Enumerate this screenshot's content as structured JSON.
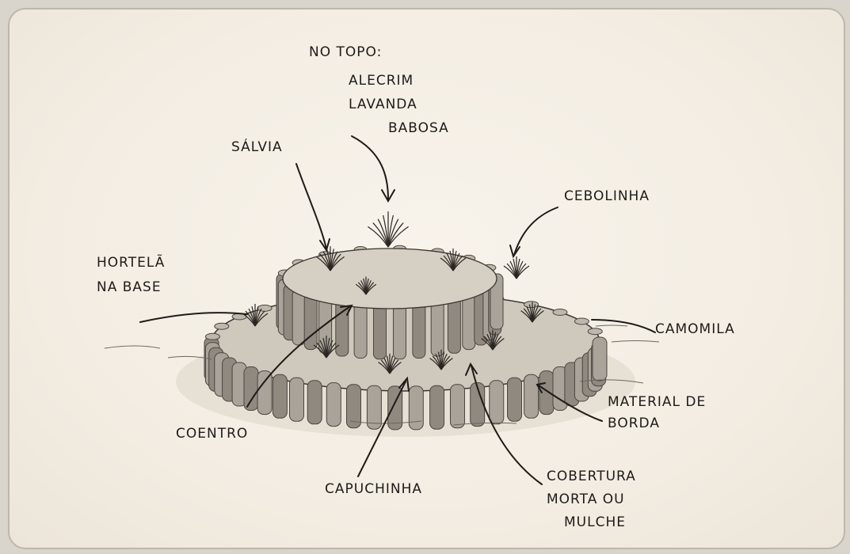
{
  "labels": {
    "top_title": "NO TOPO:",
    "top_items": [
      "ALECRIM",
      "LAVANDA",
      "BABOSA"
    ],
    "salvia": "SÁLVIA",
    "cebolinha": "CEBOLINHA",
    "hortela": [
      "HORTELÃ",
      "NA BASE"
    ],
    "camomila": "CAMOMILA",
    "material": [
      "MATERIAL DE",
      "BORDA"
    ],
    "coentro": "COENTRO",
    "capuchinha": "CAPUCHINHA",
    "cobertura": [
      "COBERTURA",
      "MORTA OU",
      "MULCHE"
    ]
  },
  "colors": {
    "ink": "#1e1b18",
    "paper": "#f3ede3",
    "stone_light": "#a9a39a",
    "stone_dark": "#4a4540"
  }
}
